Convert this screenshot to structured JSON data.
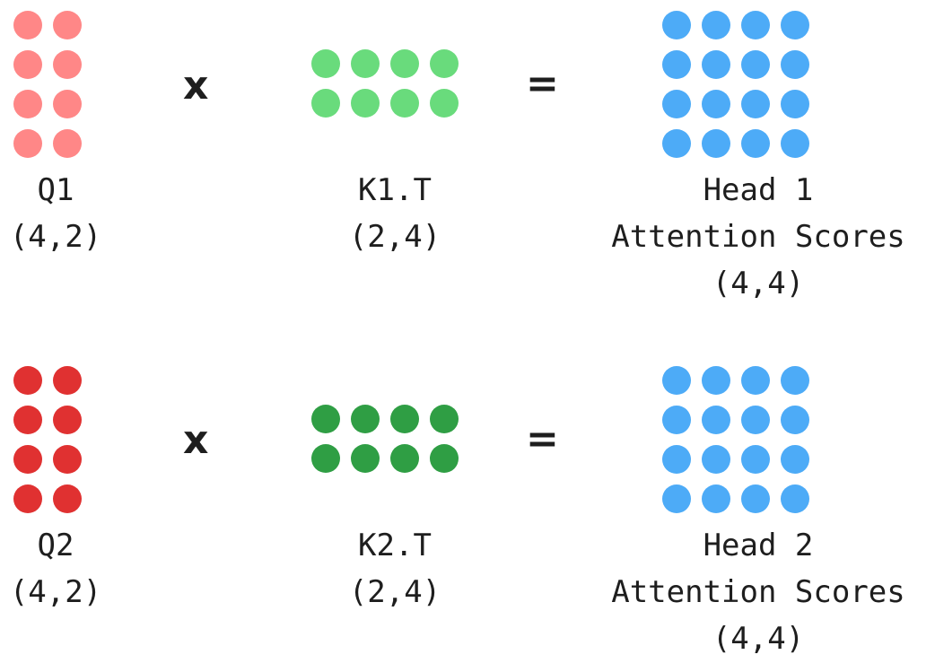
{
  "rows": [
    {
      "q": {
        "name": "Q1",
        "shape": "(4,2)",
        "rows": 4,
        "cols": 2,
        "color": "#ff8787"
      },
      "k": {
        "name": "K1.T",
        "shape": "(2,4)",
        "rows": 2,
        "cols": 4,
        "color": "#69db7c"
      },
      "result": {
        "line1": "Head 1",
        "line2": "Attention Scores",
        "shape": "(4,4)",
        "rows": 4,
        "cols": 4,
        "color": "#4dabf7"
      },
      "times_symbol": "x",
      "equals_symbol": "="
    },
    {
      "q": {
        "name": "Q2",
        "shape": "(4,2)",
        "rows": 4,
        "cols": 2,
        "color": "#e03131"
      },
      "k": {
        "name": "K2.T",
        "shape": "(2,4)",
        "rows": 2,
        "cols": 4,
        "color": "#2f9e44"
      },
      "result": {
        "line1": "Head 2",
        "line2": "Attention Scores",
        "shape": "(4,4)",
        "rows": 4,
        "cols": 4,
        "color": "#4dabf7"
      },
      "times_symbol": "x",
      "equals_symbol": "="
    }
  ]
}
